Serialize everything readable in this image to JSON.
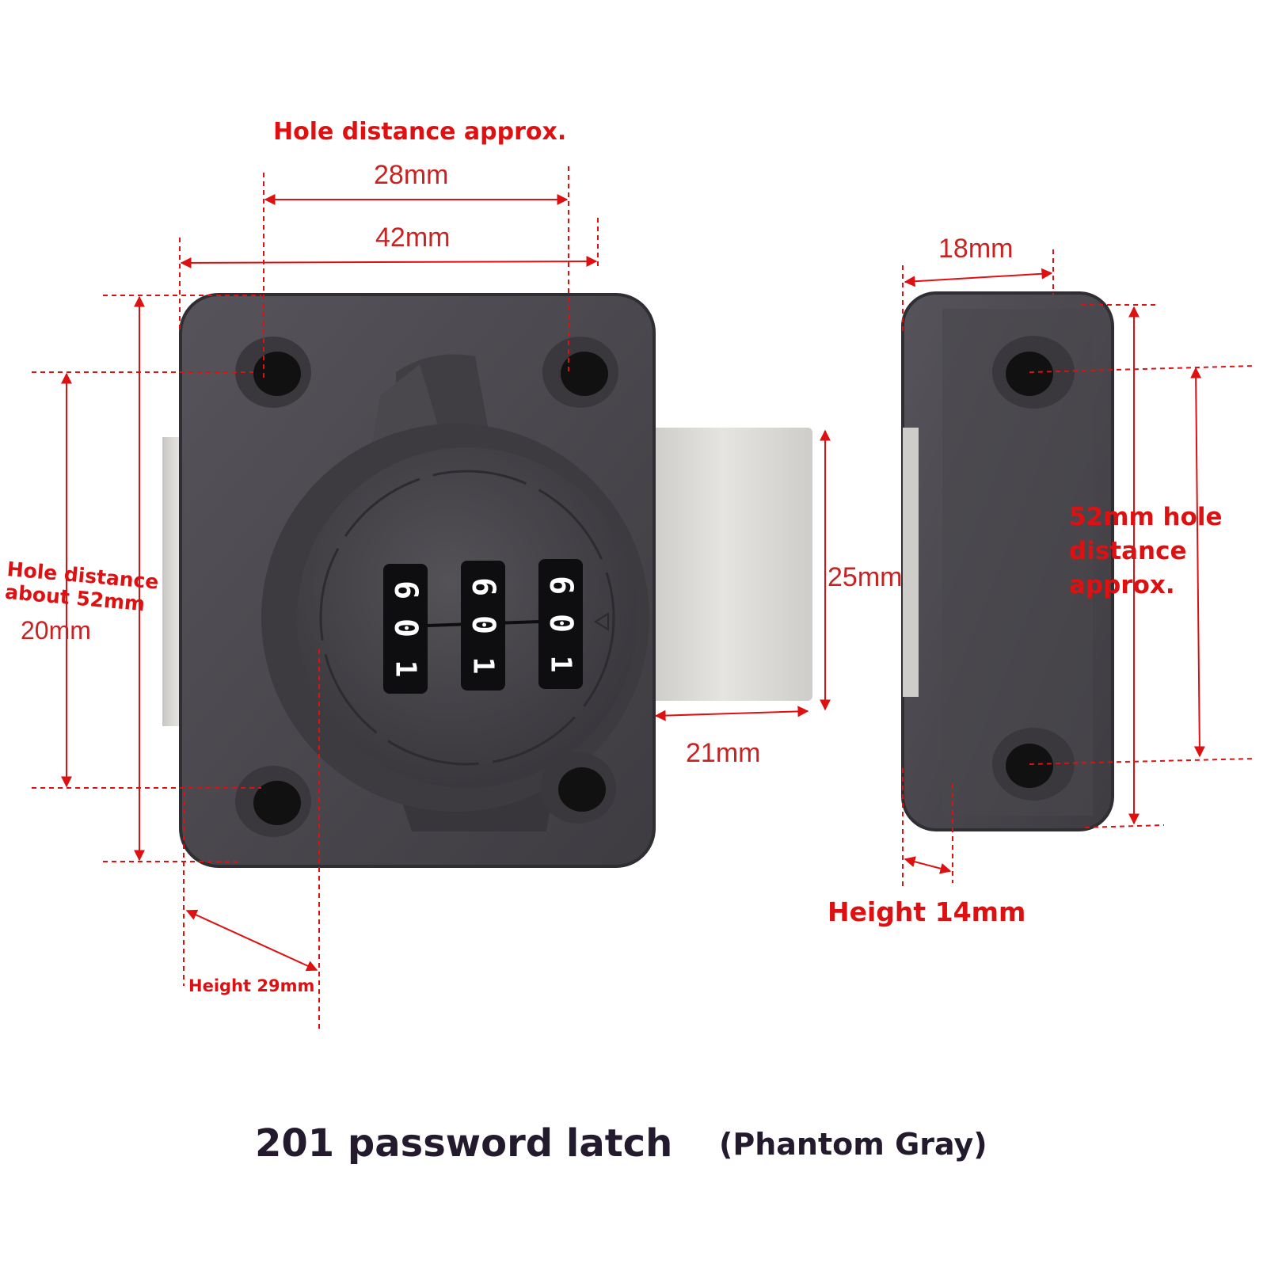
{
  "labels": {
    "hole_distance_top": "Hole distance approx.",
    "dim_28": "28mm",
    "dim_42": "42mm",
    "dim_18": "18mm",
    "dim_25": "25mm",
    "dim_21": "21mm",
    "left_hole_line1": "Hole distance",
    "left_hole_line2": "about 52mm",
    "dim_20": "20mm",
    "right_hole_line1": "52mm hole",
    "right_hole_line2": "distance",
    "right_hole_line3": "approx.",
    "height_14": "Height 14mm",
    "height_29": "Height 29mm"
  },
  "lock": {
    "wheels": [
      {
        "digits": [
          "6",
          "0",
          "1"
        ]
      },
      {
        "digits": [
          "6",
          "0",
          "1"
        ]
      },
      {
        "digits": [
          "6",
          "0",
          "1"
        ]
      }
    ]
  },
  "caption": {
    "product": "201 password latch",
    "color_name": "(Phantom Gray)"
  },
  "colors": {
    "body": "#4b494d",
    "body_dark": "#2e2d31",
    "plate": "#d9d7d3",
    "dimension_red": "#dd1111"
  }
}
